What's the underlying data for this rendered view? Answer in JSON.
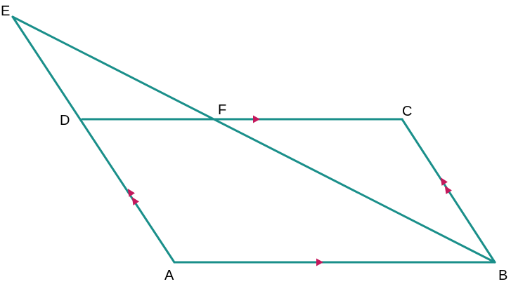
{
  "diagram": {
    "vertices": {
      "A": "A",
      "B": "B",
      "C": "C",
      "D": "D",
      "E": "E",
      "F": "F"
    },
    "segments": [
      "AB",
      "BC",
      "CD",
      "DE",
      "EB"
    ],
    "parallel_marks": {
      "single_arrow": [
        "AB",
        "DC"
      ],
      "double_arrow": [
        "AD",
        "BC"
      ]
    },
    "colors": {
      "line": "#1a8f8a",
      "arrow": "#c4185c",
      "label": "#000000",
      "background": "#ffffff"
    }
  }
}
